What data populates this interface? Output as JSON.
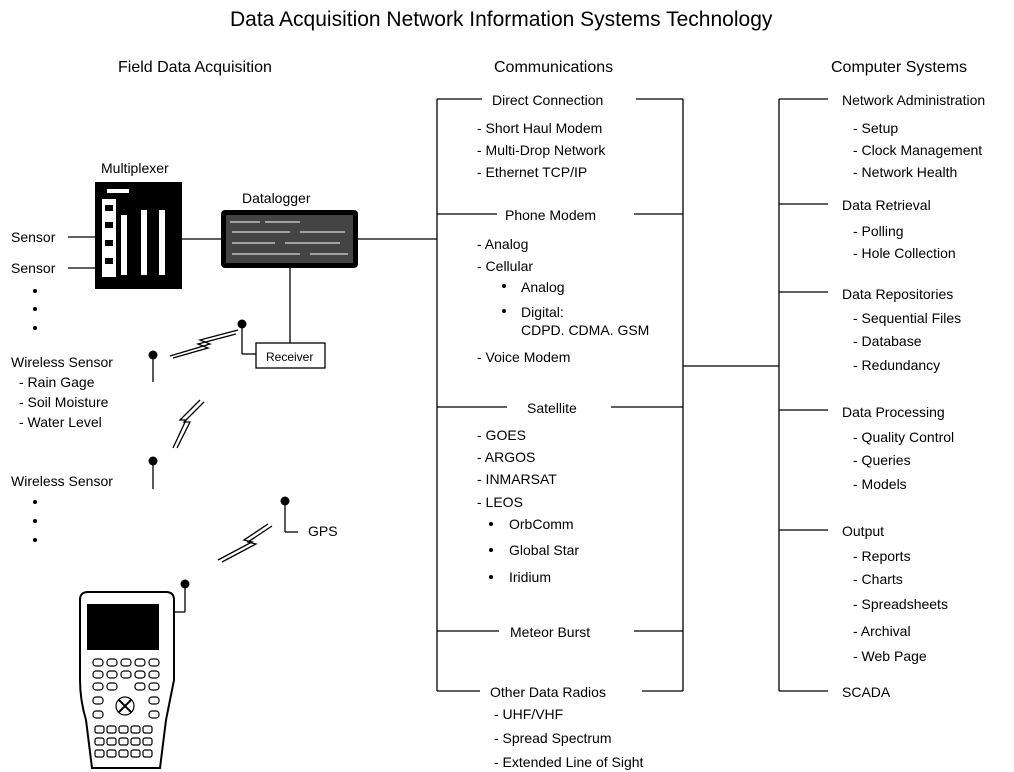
{
  "title": "Data Acquisition Network Information Systems Technology",
  "columns": {
    "field": "Field Data Acquisition",
    "comm": "Communications",
    "computer": "Computer Systems"
  },
  "field": {
    "multiplexer": "Multiplexer",
    "datalogger": "Datalogger",
    "sensor_1": "Sensor",
    "sensor_2": "Sensor",
    "receiver": "Receiver",
    "wireless_1": "Wireless Sensor",
    "wireless_1_items": [
      "- Rain Gage",
      "- Soil Moisture",
      "- Water Level"
    ],
    "wireless_2": "Wireless Sensor",
    "gps": "GPS"
  },
  "comm": {
    "direct": "Direct Connection",
    "direct_items": [
      "- Short Haul Modem",
      "- Multi-Drop Network",
      "- Ethernet TCP/IP"
    ],
    "phone": "Phone Modem",
    "phone_items": [
      "- Analog",
      "- Cellular"
    ],
    "cellular_items": [
      "Analog",
      "Digital:",
      "CDPD. CDMA. GSM"
    ],
    "voice": "- Voice Modem",
    "satellite": "Satellite",
    "satellite_items": [
      "- GOES",
      "- ARGOS",
      "- INMARSAT",
      "- LEOS"
    ],
    "leos_items": [
      "OrbComm",
      "Global Star",
      "Iridium"
    ],
    "meteor": "Meteor Burst",
    "other": "Other Data Radios",
    "other_items": [
      "- UHF/VHF",
      "- Spread Spectrum",
      "- Extended Line of Sight"
    ]
  },
  "computer": {
    "netadmin": "Network Administration",
    "netadmin_items": [
      "- Setup",
      "- Clock Management",
      "- Network Health"
    ],
    "retrieval": "Data Retrieval",
    "retrieval_items": [
      "- Polling",
      "- Hole Collection"
    ],
    "repos": "Data Repositories",
    "repos_items": [
      "- Sequential Files",
      "- Database",
      "- Redundancy"
    ],
    "processing": "Data Processing",
    "processing_items": [
      "- Quality Control",
      "- Queries",
      "- Models"
    ],
    "output": "Output",
    "output_items": [
      "- Reports",
      "- Charts",
      "- Spreadsheets",
      "- Archival",
      "- Web Page"
    ],
    "scada": "SCADA"
  }
}
